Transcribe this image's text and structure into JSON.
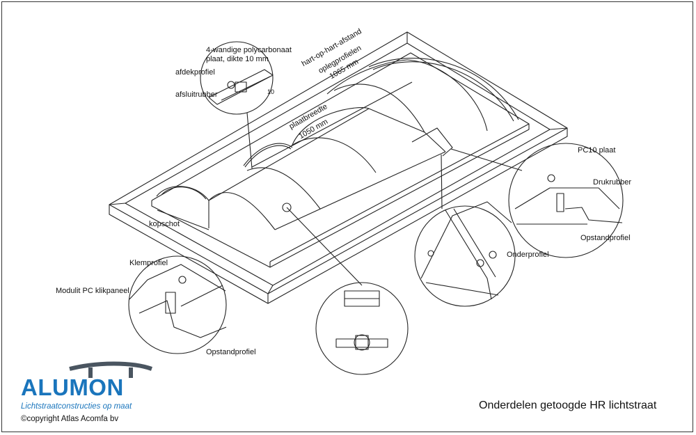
{
  "colors": {
    "brand_blue": "#1a75bc",
    "brand_dark": "#4a5560",
    "line": "#222222"
  },
  "labels": {
    "polycarbonaat_1": "4-wandige polycarbonaat",
    "polycarbonaat_2": "plaat, dikte 10 mm",
    "afdekprofiel": "afdekprofiel",
    "afsluitrubber": "afsluitrubber",
    "dim_10": "10",
    "hoh_1": "hart-op-hart-afstand",
    "hoh_2": "oplegprofielen",
    "hoh_3": "1065 mm",
    "plaatbreedte_1": "plaatbreedte",
    "plaatbreedte_2": "1050 mm",
    "kopschot": "kopschot",
    "pc10_plaat": "PC10 plaat",
    "drukrubber": "Drukrubber",
    "opstandprofiel_right": "Opstandprofiel",
    "onderprofiel": "Onderprofiel",
    "klemprofiel": "Klemprofiel",
    "modulit": "Modulit PC klikpaneel",
    "opstandprofiel_left": "Opstandprofiel"
  },
  "logo": {
    "word": "ALUMON",
    "tagline": "Lichtstraatconstructies op maat"
  },
  "copyright": "©copyright Atlas Acomfa bv",
  "title": "Onderdelen getoogde HR lichtstraat"
}
